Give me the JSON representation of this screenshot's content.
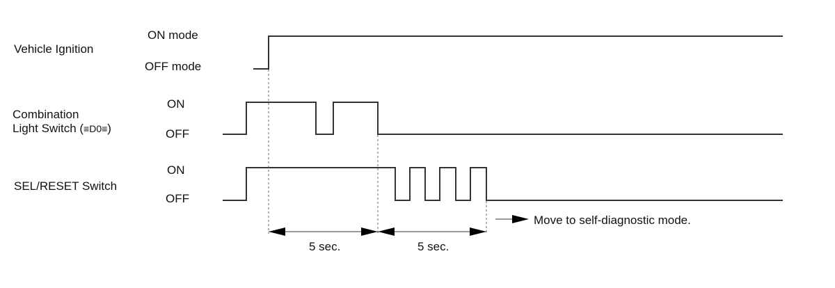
{
  "signals": {
    "ignition": {
      "name": "Vehicle Ignition",
      "high_label": "ON mode",
      "low_label": "OFF mode"
    },
    "light_switch": {
      "name_line1": "Combination",
      "name_line2": "Light Switch (",
      "name_symbol": "≡D0≡",
      "name_line2_end": ")",
      "high_label": "ON",
      "low_label": "OFF"
    },
    "sel_reset": {
      "name": "SEL/RESET Switch",
      "high_label": "ON",
      "low_label": "OFF"
    }
  },
  "timing": {
    "interval_1": "5 sec.",
    "interval_2": "5 sec.",
    "result": "Move to self-diagnostic mode."
  },
  "icons": {
    "light_symbol": "headlight-icon",
    "arrow": "arrow-right-icon"
  }
}
